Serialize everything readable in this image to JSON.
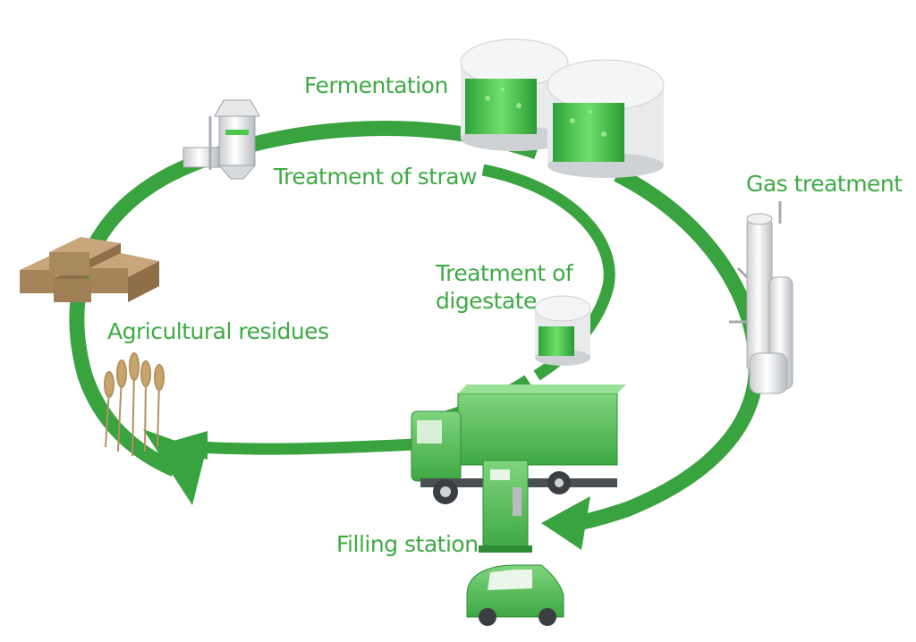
{
  "labels": {
    "fermentation": "Fermentation",
    "treatment_of_straw": "Treatment of straw",
    "gas_treatment": "Gas treatment",
    "treatment_of_digestate": "Treatment of digestate",
    "agricultural_residues": "Agricultural residues",
    "filling_station": "Filling station"
  },
  "colors": {
    "label_green": "#3fab45",
    "arrow_green": "#39a33f",
    "tank_green": "#4cc94a",
    "vehicle_green": "#5bc05a",
    "hay_brown": "#a5845a"
  },
  "icons": [
    "fermentation-tanks-icon",
    "straw-treatment-machine-icon",
    "gas-treatment-column-icon",
    "digestate-tank-icon",
    "hay-bales-icon",
    "wheat-stalks-icon",
    "truck-icon",
    "fuel-pump-icon",
    "car-icon"
  ]
}
